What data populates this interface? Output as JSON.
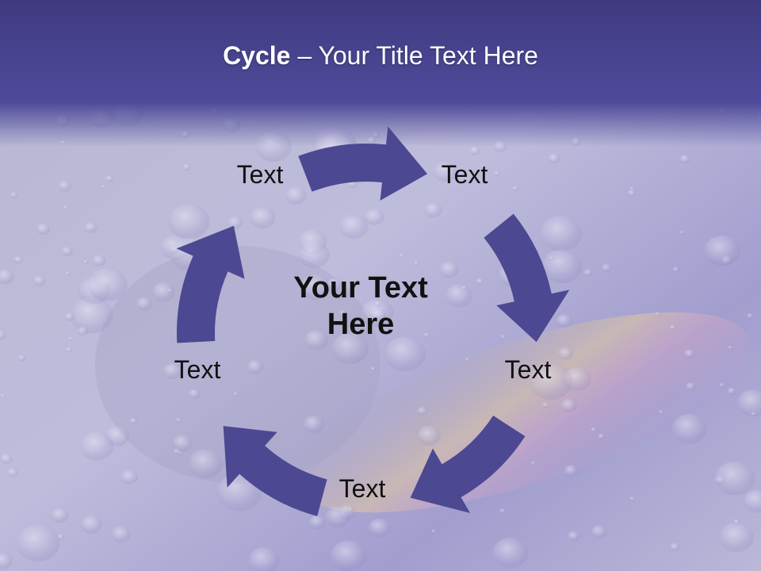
{
  "slide": {
    "title_bold": "Cycle",
    "title_separator": " – ",
    "title_rest": "Your Title Text Here",
    "center_line1": "Your Text",
    "center_line2": "Here",
    "nodes": [
      {
        "label": "Text"
      },
      {
        "label": "Text"
      },
      {
        "label": "Text"
      },
      {
        "label": "Text"
      },
      {
        "label": "Text"
      }
    ]
  },
  "colors": {
    "header_band": "#4a4590",
    "arrow_fill": "#4c4891",
    "background_tint": "#b9b6d9"
  },
  "icons": [
    "cycle-arrow-icon"
  ]
}
